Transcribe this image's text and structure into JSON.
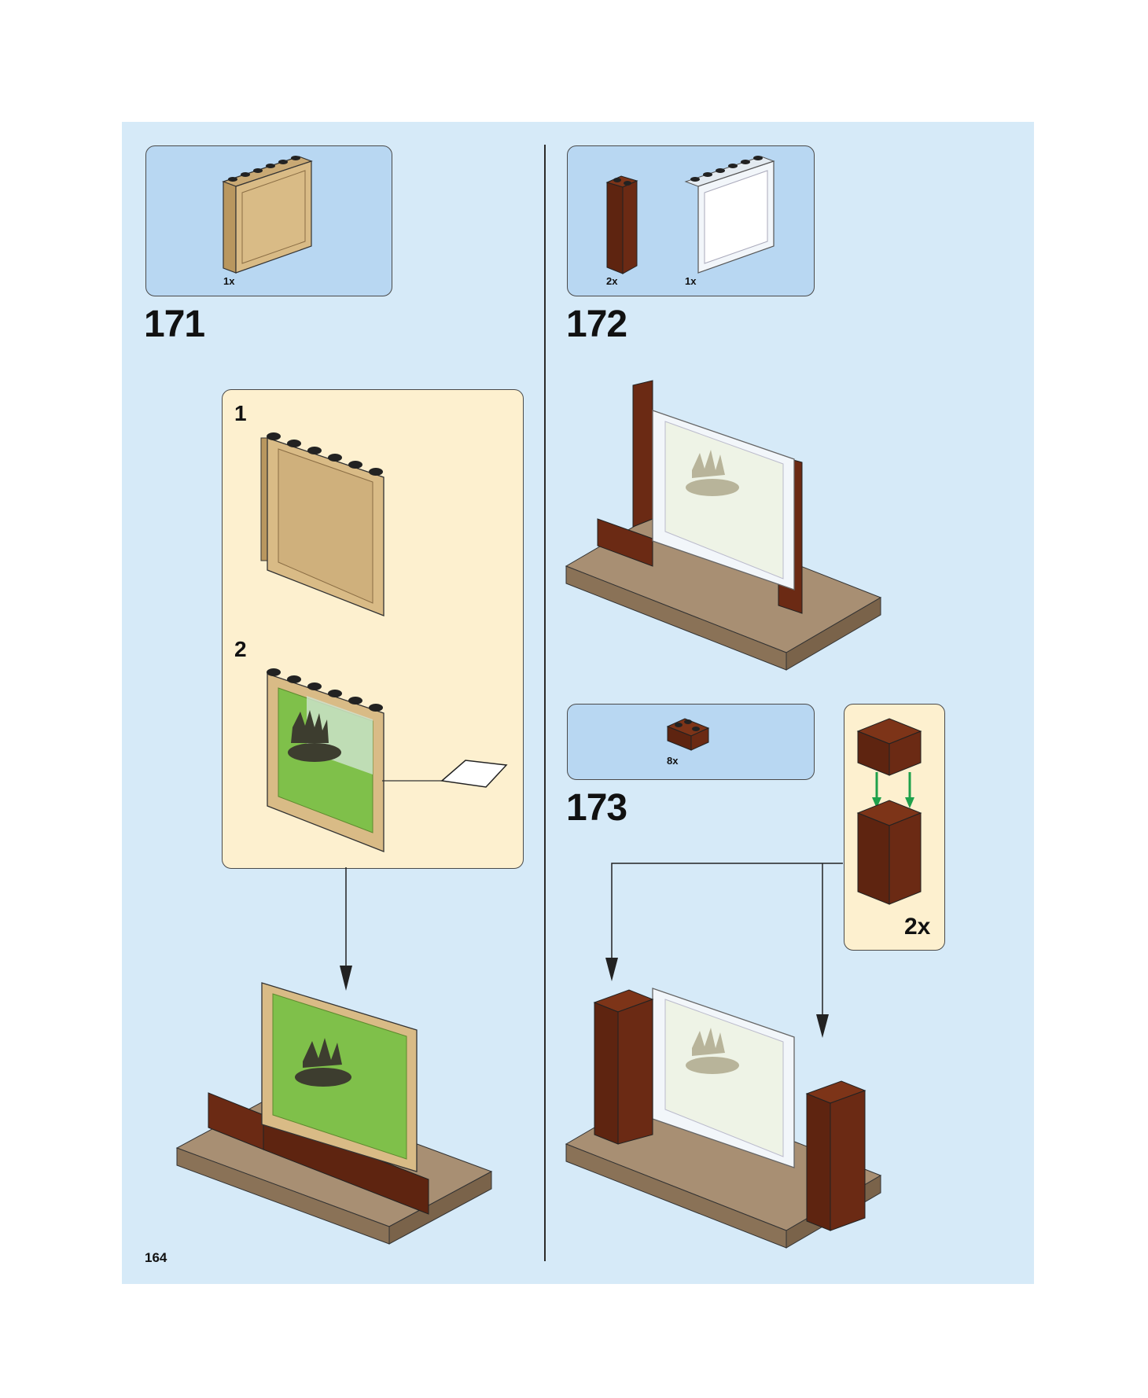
{
  "page_number": "164",
  "steps": [
    {
      "number": "171",
      "parts": [
        {
          "name": "tan-panel-1x6x5",
          "qty": "1x",
          "color": "#d9bb86"
        }
      ],
      "sub_steps": [
        {
          "number": "1"
        },
        {
          "number": "2"
        }
      ]
    },
    {
      "number": "172",
      "parts": [
        {
          "name": "reddish-brown-brick-1x2x5",
          "qty": "2x",
          "color": "#6b2a14"
        },
        {
          "name": "trans-clear-window-1x6x5",
          "qty": "1x",
          "color": "#f2f6fa"
        }
      ]
    },
    {
      "number": "173",
      "parts": [
        {
          "name": "reddish-brown-corner-brick",
          "qty": "8x",
          "color": "#6b2a14"
        }
      ],
      "sub_assembly_multiplier": "2x"
    }
  ],
  "colors": {
    "page_bg": "#d6eaf8",
    "parts_box": "#b8d7f2",
    "sub_box": "#fdf0cf",
    "reddish_brown": "#6b2a14",
    "tan": "#d9bb86",
    "dark_tan_plate": "#a88f73",
    "arrow_green": "#1fa14b"
  }
}
